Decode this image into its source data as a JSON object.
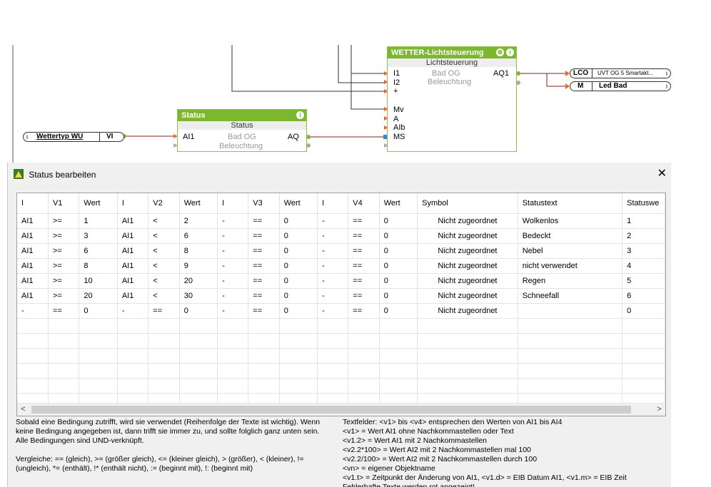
{
  "diagram": {
    "wetter_block": {
      "title": "WETTER-Lichtsteuerung",
      "subtitle": "Lichtsteuerung",
      "inputs": [
        "I1",
        "I2",
        "+",
        "Mv",
        "A",
        "AIb",
        "MS"
      ],
      "mid_labels": [
        "Bad OG",
        "Beleuchtung"
      ],
      "output": "AQ1"
    },
    "status_block": {
      "title": "Status",
      "subtitle": "Status",
      "input": "AI1",
      "mid_labels": [
        "Bad OG",
        "Beleuchtung"
      ],
      "output": "AQ"
    },
    "input_ref": {
      "label": "Wettertyp WU",
      "tag": "VI"
    },
    "output_refs": [
      {
        "tag": "LCO",
        "label": "UVT OG 5 Smartakt..."
      },
      {
        "tag": "M",
        "label": "Led Bad"
      }
    ]
  },
  "dialog": {
    "title": "Status bearbeiten",
    "columns": [
      "I",
      "V1",
      "Wert",
      "I",
      "V2",
      "Wert",
      "I",
      "V3",
      "Wert",
      "I",
      "V4",
      "Wert",
      "Symbol",
      "Statustext",
      "Statuswe"
    ],
    "rows": [
      [
        "AI1",
        ">=",
        "1",
        "AI1",
        "<",
        "2",
        "-",
        "==",
        "0",
        "-",
        "==",
        "0",
        "Nicht zugeordnet",
        "Wolkenlos",
        "1"
      ],
      [
        "AI1",
        ">=",
        "3",
        "AI1",
        "<",
        "6",
        "-",
        "==",
        "0",
        "-",
        "==",
        "0",
        "Nicht zugeordnet",
        "Bedeckt",
        "2"
      ],
      [
        "AI1",
        ">=",
        "6",
        "AI1",
        "<",
        "8",
        "-",
        "==",
        "0",
        "-",
        "==",
        "0",
        "Nicht zugeordnet",
        "Nebel",
        "3"
      ],
      [
        "AI1",
        ">=",
        "8",
        "AI1",
        "<",
        "9",
        "-",
        "==",
        "0",
        "-",
        "==",
        "0",
        "Nicht zugeordnet",
        "nicht verwendet",
        "4"
      ],
      [
        "AI1",
        ">=",
        "10",
        "AI1",
        "<",
        "20",
        "-",
        "==",
        "0",
        "-",
        "==",
        "0",
        "Nicht zugeordnet",
        "Regen",
        "5"
      ],
      [
        "AI1",
        ">=",
        "20",
        "AI1",
        "<",
        "30",
        "-",
        "==",
        "0",
        "-",
        "==",
        "0",
        "Nicht zugeordnet",
        "Schneefall",
        "6"
      ],
      [
        "-",
        "==",
        "0",
        "-",
        "==",
        "0",
        "-",
        "==",
        "0",
        "-",
        "==",
        "0",
        "Nicht zugeordnet",
        "",
        "0"
      ]
    ],
    "help_left": [
      "Sobald eine Bedingung zutrifft, wird sie verwendet (Reihenfolge der Texte ist wichtig). Wenn",
      "keine Bedingung angegeben ist, dann trifft sie immer zu, und sollte folglich ganz unten sein.",
      "Alle Bedingungen sind UND-verknüpft.",
      "",
      "Vergleiche: == (gleich), >= (größer gleich), <= (kleiner gleich), > (größer), < (kleiner), !=",
      "(ungleich), *= (enthält), !* (enthält nicht), := (beginnt mit), !: (beginnt mit)"
    ],
    "help_right": [
      "Textfelder: <v1> bis <v4> entsprechen den Werten von AI1 bis AI4",
      "<v1> = Wert AI1 ohne Nachkommastellen oder Text",
      "<v1.2> = Wert AI1 mit 2 Nachkommastellen",
      "<v2.2*100> = Wert AI2 mit 2 Nachkommastellen mal 100",
      "<v2.2/100> = Wert AI2 mit 2 Nachkommastellen durch 100",
      "<vn> = eigener Objektname",
      "<v1.t> = Zeitpunkt der Änderung von AI1, <v1.d> = EIB Datum AI1, <v1.m> = EIB Zeit",
      "Fehlerhafte Texte werden rot angezeigt!"
    ]
  }
}
